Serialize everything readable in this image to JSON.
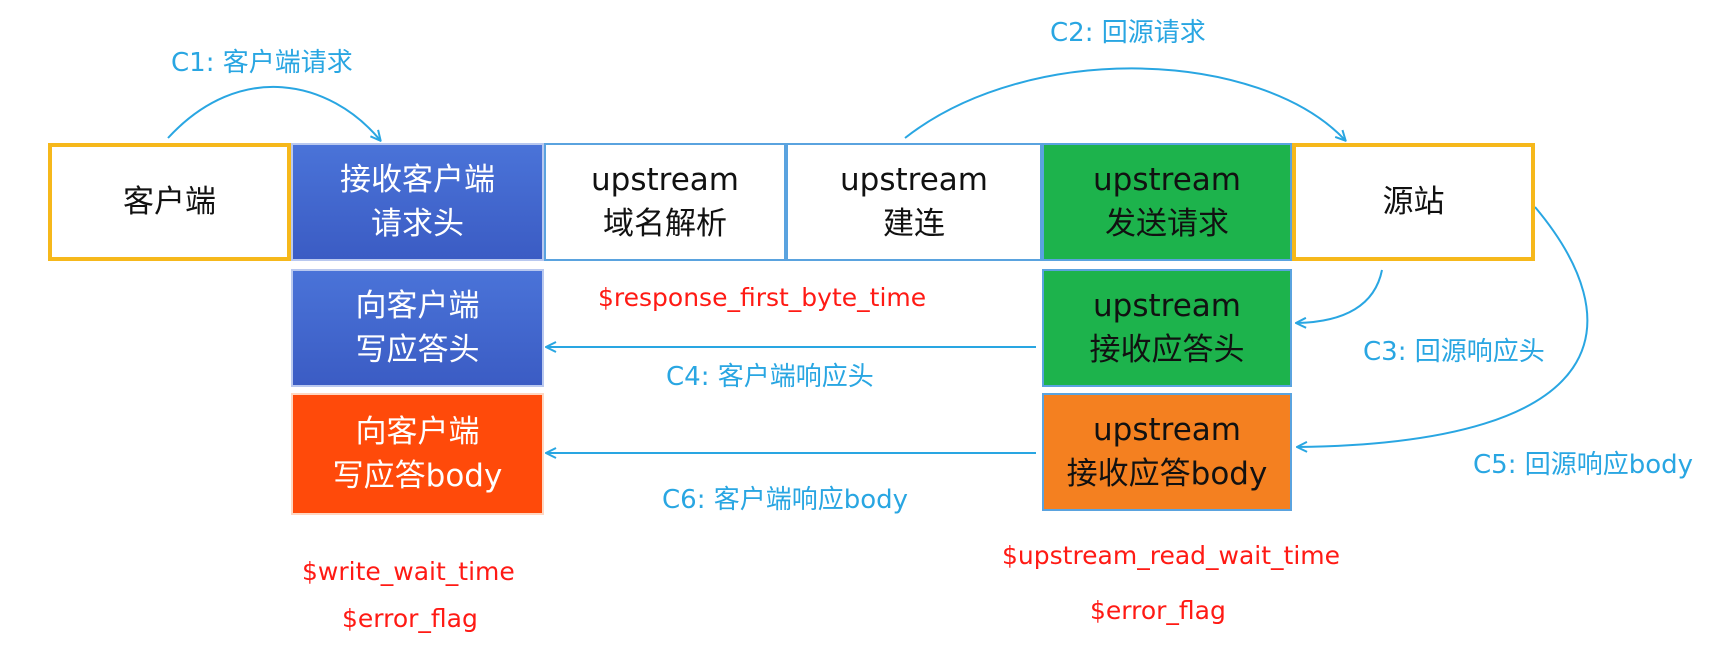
{
  "boxes": {
    "client": "客户端",
    "recv_header": [
      "接收客户端",
      "请求头"
    ],
    "dns": [
      "upstream",
      "域名解析"
    ],
    "connect": [
      "upstream",
      "建连"
    ],
    "send_request": [
      "upstream",
      "发送请求"
    ],
    "origin": "源站",
    "write_header": [
      "向客户端",
      "写应答头"
    ],
    "recv_resp_header": [
      "upstream",
      "接收应答头"
    ],
    "write_body": [
      "向客户端",
      "写应答body"
    ],
    "recv_resp_body": [
      "upstream",
      "接收应答body"
    ]
  },
  "arrows": {
    "c1": "C1: 客户端请求",
    "c2": "C2: 回源请求",
    "c3": "C3: 回源响应头",
    "c4": "C4: 客户端响应头",
    "c5": "C5: 回源响应body",
    "c6": "C6: 客户端响应body"
  },
  "variables": {
    "response_first_byte_time": "$response_first_byte_time",
    "write_wait_time": "$write_wait_time",
    "error_flag_left": "$error_flag",
    "upstream_read_wait_time": "$upstream_read_wait_time",
    "error_flag_right": "$error_flag"
  },
  "colors": {
    "arrow": "#29a6e2",
    "variable_text": "#ff1a14",
    "blue_box": "#3b5cc4",
    "green_box": "#1db34c",
    "orange_box": "#f48020",
    "red_box": "#ff4a0a",
    "gold_border": "#f6b81b"
  }
}
